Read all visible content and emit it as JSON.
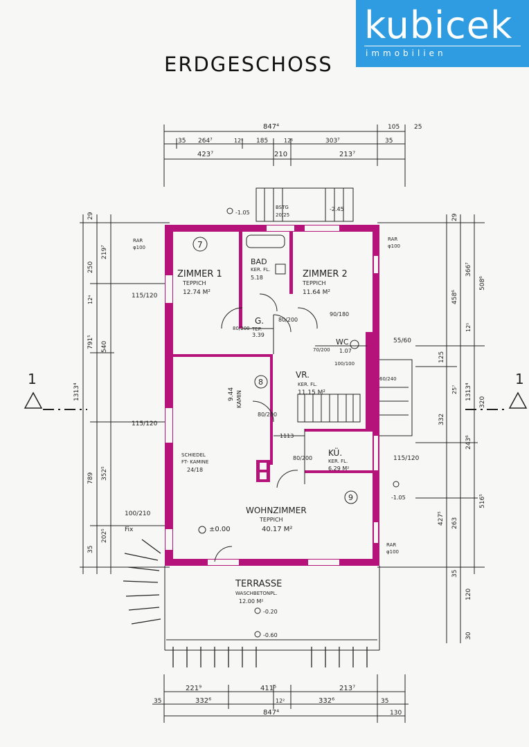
{
  "brand": {
    "name": "kubicek",
    "tagline": "immobilien",
    "color": "#2f9be0"
  },
  "title": "ERDGESCHOSS",
  "colors": {
    "wall": "#b5127a",
    "wall_inner": "#e23aa0",
    "line": "#222222",
    "paper": "#f7f7f5"
  },
  "rooms": [
    {
      "id": "zimmer1",
      "number": "7",
      "name": "ZIMMER 1",
      "floor": "TEPPICH",
      "area": "12.74 M²"
    },
    {
      "id": "bad",
      "name": "BAD",
      "floor": "KER. FL.",
      "area": "5.18"
    },
    {
      "id": "zimmer2",
      "name": "ZIMMER 2",
      "floor": "TEPPICH",
      "area": "11.64 M²"
    },
    {
      "id": "gang",
      "name": "G.",
      "floor": "TEP.",
      "area": "3.39"
    },
    {
      "id": "wc",
      "name": "WC",
      "area": "1.07"
    },
    {
      "id": "vorraum",
      "number": "8",
      "name": "VR.",
      "floor": "KER. FL.",
      "area": "11.15 M²"
    },
    {
      "id": "kueche",
      "name": "KÜ.",
      "floor": "KER. FL.",
      "area": "6.29 M²"
    },
    {
      "id": "wohnzimmer",
      "number": "9",
      "name": "WOHNZIMMER",
      "floor": "TEPPICH",
      "area": "40.17 M²"
    },
    {
      "id": "terrasse",
      "name": "TERRASSE",
      "floor": "WASCHBETONPL.",
      "area": "12.00 M²"
    }
  ],
  "annotations": {
    "kamin": "KAMIN",
    "kamin_len": "9.44",
    "schiedel": "SCHIEDEL",
    "ft_kamine": "FT- KAMINE",
    "ft_size": "24/18",
    "level_0": "±0.00",
    "level_terrace": "-0.20",
    "level_garden": "-0.60",
    "level_stair": "-1.05",
    "level_stair_r": "-1.05",
    "stair_top": "-1.05",
    "stair_mid": "-2.45",
    "stair_code": "20/25",
    "stair_bstg": "BSTG",
    "stair_lower": "100/100",
    "rar_left": "RAR",
    "rar_val": "φ100",
    "rar_right": "RAR",
    "rar_right_val": "φ100",
    "rar_bottom": "RAR",
    "rar_bottom_val": "φ100",
    "fix": "Fix",
    "section_left": "1",
    "section_right": "1",
    "door_80_200": "80/200",
    "door_70_200": "70/200",
    "win_115_120": "115/120",
    "win_100_210": "100/210",
    "win_55_60": "55/60",
    "win_90_180": "90/180",
    "win_60_240": "60/240",
    "dim_1113": "1113"
  },
  "dimensions": {
    "top_row1": [
      "35",
      "264⁷",
      "12⁵",
      "185",
      "12⁵",
      "303⁷",
      "35"
    ],
    "top_row2": [
      "423⁷",
      "210",
      "213⁷"
    ],
    "top_total": "847⁴",
    "top_right": [
      "105",
      "25"
    ],
    "bottom_row1": [
      "221⁹",
      "411⁵",
      "213⁷"
    ],
    "bottom_row2": [
      "35",
      "332⁶",
      "12²",
      "332⁶",
      "35",
      "130"
    ],
    "bottom_total": "847⁴",
    "left_col1": [
      "29",
      "250",
      "12⁴",
      "791⁵",
      "789",
      "35"
    ],
    "left_col2": [
      "219⁷",
      "540",
      "352⁵",
      "202⁵"
    ],
    "left_total": "1313⁴",
    "right_col1": [
      "29",
      "458⁶",
      "125",
      "25⁷",
      "332",
      "263",
      "35",
      "120",
      "30"
    ],
    "right_col2": [
      "508⁶",
      "320",
      "516⁵"
    ],
    "right_col3": [
      "366⁷",
      "12⁵",
      "243⁶",
      "427⁵"
    ],
    "right_total": "1313⁴"
  }
}
